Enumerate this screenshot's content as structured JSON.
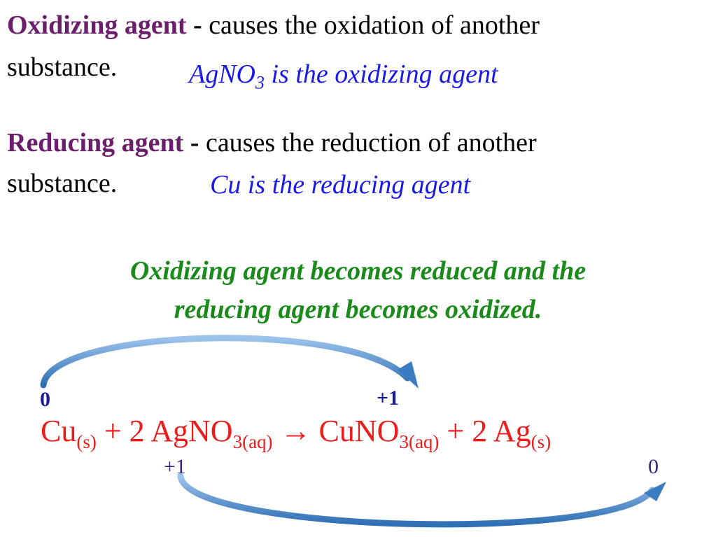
{
  "oxidizing": {
    "term": "Oxidizing agent",
    "dash": " - ",
    "text_line1": "causes the oxidation of another",
    "text_line2": "substance.",
    "note_prefix": "AgNO",
    "note_sub": "3",
    "note_suffix": " is the oxidizing agent"
  },
  "reducing": {
    "term": "Reducing agent",
    "dash": " - ",
    "text_line1": "causes the reduction of another",
    "text_line2": "substance.",
    "note": "Cu is the reducing agent"
  },
  "statement": {
    "line1": "Oxidizing agent becomes reduced and the",
    "line2": "reducing agent becomes oxidized."
  },
  "equation": {
    "cu": "Cu",
    "cu_state": "(s)",
    "plus1": " + 2 AgNO",
    "agno3_sub": "3(aq)",
    "arrow": " → CuNO",
    "cuno3_sub": "3(aq)",
    "plus2": " + 2 Ag",
    "ag_state": "(s)"
  },
  "oxidation_states": {
    "cu_before": "0",
    "cu_after": "+1",
    "ag_before": "+1",
    "ag_after": "0"
  },
  "colors": {
    "term": "#6b1e6b",
    "note": "#1a1ae6",
    "statement": "#1a8a1a",
    "equation": "#ea1c1c",
    "arrow": "#4a88c8"
  }
}
